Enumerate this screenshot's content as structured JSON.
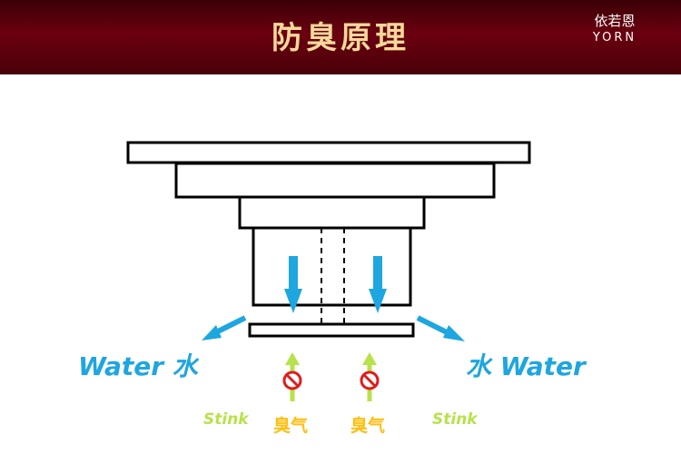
{
  "header": {
    "title": "防臭原理",
    "brand_cn": "依若恩",
    "brand_en": "YORN"
  },
  "labels": {
    "water_left": "Water 水",
    "water_right": "水 Water",
    "stink_en_left": "Stink",
    "stink_cn_left": "臭气",
    "stink_cn_right": "臭气",
    "stink_en_right": "Stink"
  },
  "colors": {
    "header_bg": "#6b0010",
    "title": "#f7d89a",
    "water": "#1ea6e0",
    "stink_arrow": "#b7e24a",
    "stink_cn": "#ffbf10",
    "no_symbol": "#e21b1b"
  }
}
